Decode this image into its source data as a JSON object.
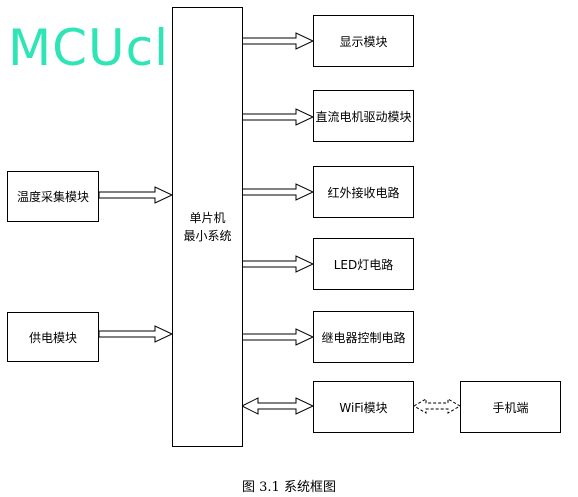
{
  "watermark": "MCUclub",
  "blocks": {
    "temp": "温度采集模块",
    "power": "供电模块",
    "mcu_line1": "单片机",
    "mcu_line2": "最小系统",
    "display": "显示模块",
    "dc_motor": "直流电机驱动模块",
    "ir": "红外接收电路",
    "led": "LED灯电路",
    "relay": "继电器控制电路",
    "wifi": "WiFi模块",
    "phone": "手机端"
  },
  "caption": "图 3.1 系统框图"
}
